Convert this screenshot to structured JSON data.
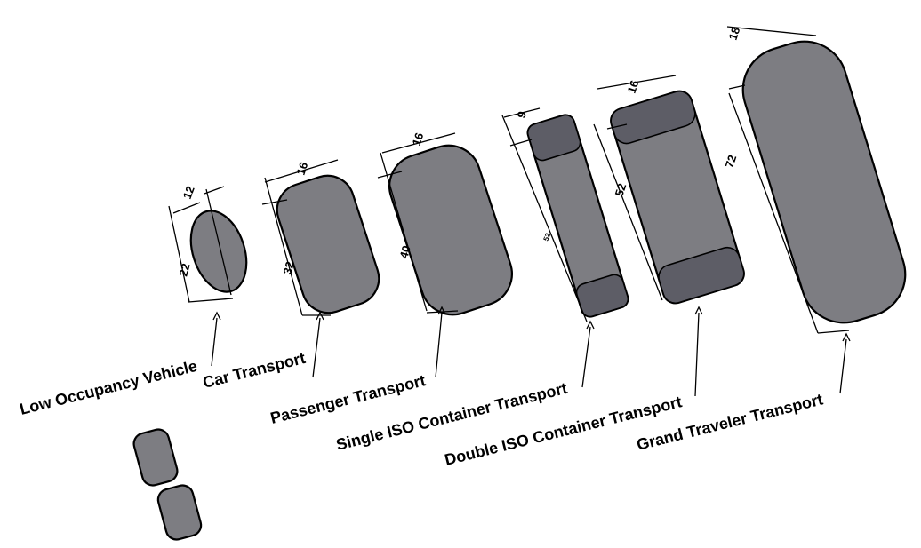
{
  "vehicles": [
    {
      "name": "Low Occupancy Vehicle",
      "width_dim": "12",
      "length_dim": "22"
    },
    {
      "name": "Car Transport",
      "width_dim": "16",
      "length_dim": "32"
    },
    {
      "name": "Passenger Transport",
      "width_dim": "16",
      "length_dim": "40"
    },
    {
      "name": "Single ISO Container Transport",
      "width_dim": "9",
      "length_dim": "52"
    },
    {
      "name": "Double ISO Container Transport",
      "width_dim": "16",
      "length_dim": "52"
    },
    {
      "name": "Grand Traveler Transport",
      "width_dim": "18",
      "length_dim": "72"
    }
  ],
  "colors": {
    "body": "#7d7d82",
    "cap": "#5d5d66"
  }
}
